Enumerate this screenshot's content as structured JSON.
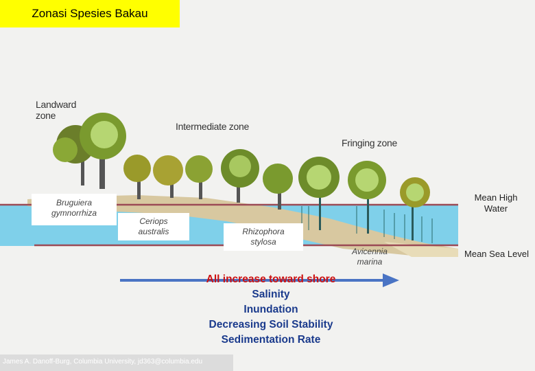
{
  "title": "Zonasi Spesies Bakau",
  "zones": {
    "landward": "Landward\nzone",
    "intermediate": "Intermediate zone",
    "fringing": "Fringing zone"
  },
  "species": {
    "bruguiera": "Bruguiera\ngymnorrhiza",
    "ceriops": "Ceriops\naustralis",
    "rhizophora": "Rhizophora\nstylosa",
    "avicennia": "Avicennia\nmarina"
  },
  "water_levels": {
    "high": "Mean High\nWater",
    "sea": "Mean Sea Level"
  },
  "gradient": {
    "heading": "All increase toward shore",
    "factors": [
      "Salinity",
      "Inundation",
      "Decreasing Soil Stability",
      "Sedimentation Rate"
    ]
  },
  "credit": "James A. Danoff-Burg, Columbia University, jd363@columbia.edu",
  "colors": {
    "title_bg": "#ffff00",
    "water": "#7fd0ea",
    "water_line": "#9b4a55",
    "arrow": "#4a74c4",
    "heading": "#cc1111",
    "factors": "#1a3a8c"
  }
}
